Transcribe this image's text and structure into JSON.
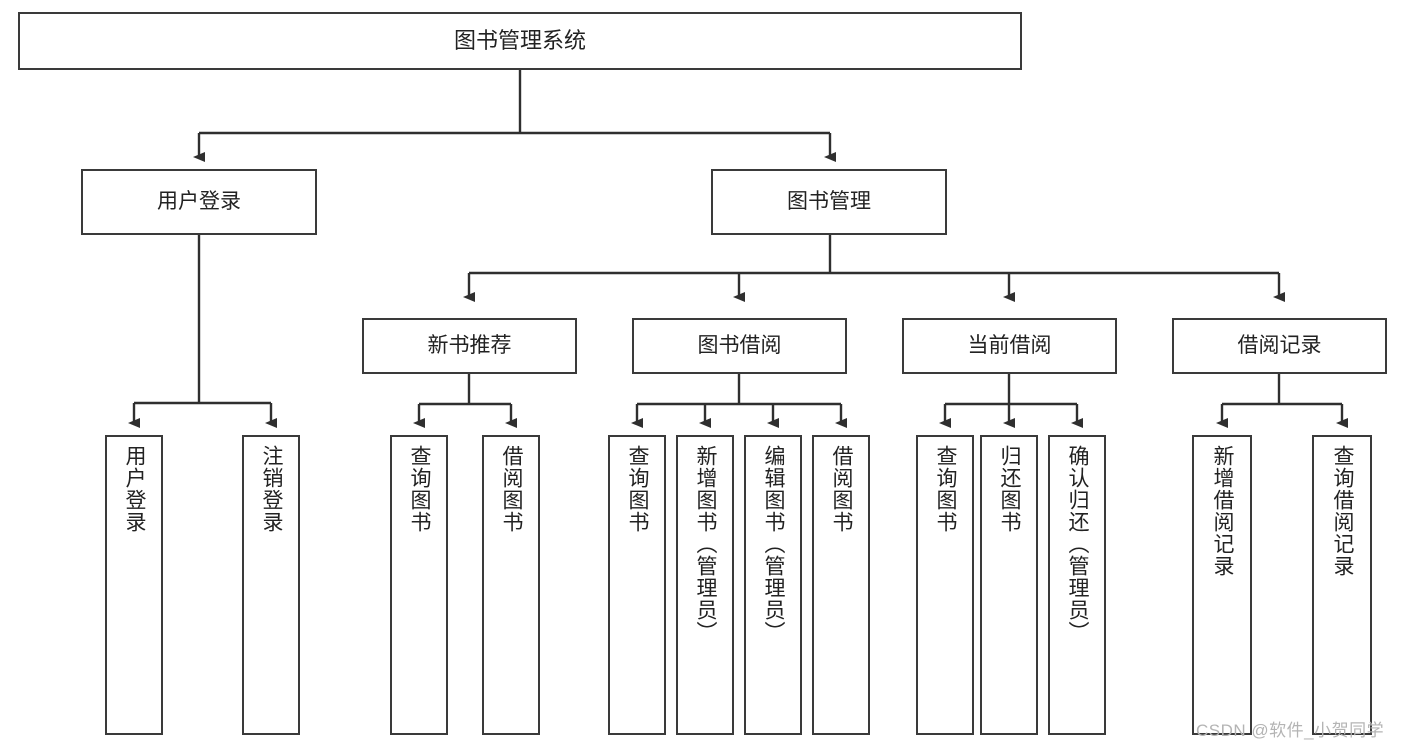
{
  "diagram": {
    "type": "tree",
    "title": "图书管理系统",
    "root": {
      "label": "图书管理系统"
    },
    "level1": [
      {
        "label": "用户登录"
      },
      {
        "label": "图书管理"
      }
    ],
    "level2": [
      {
        "label": "新书推荐"
      },
      {
        "label": "图书借阅"
      },
      {
        "label": "当前借阅"
      },
      {
        "label": "借阅记录"
      }
    ],
    "leaves": {
      "user_login": [
        {
          "label": "用户登录"
        },
        {
          "label": "注销登录"
        }
      ],
      "new_book_recommend": [
        {
          "label": "查询图书"
        },
        {
          "label": "借阅图书"
        }
      ],
      "book_borrow": [
        {
          "label": "查询图书"
        },
        {
          "label": "新增图书（管理员）"
        },
        {
          "label": "编辑图书（管理员）"
        },
        {
          "label": "借阅图书"
        }
      ],
      "current_borrow": [
        {
          "label": "查询图书"
        },
        {
          "label": "归还图书"
        },
        {
          "label": "确认归还（管理员）"
        }
      ],
      "borrow_record": [
        {
          "label": "新增借阅记录"
        },
        {
          "label": "查询借阅记录"
        }
      ]
    }
  },
  "watermark": {
    "text": "CSDN @软件_小贺同学"
  },
  "colors": {
    "stroke": "#3a3a3a",
    "text": "#222222",
    "background": "#ffffff",
    "watermark": "#b4b4b4"
  }
}
